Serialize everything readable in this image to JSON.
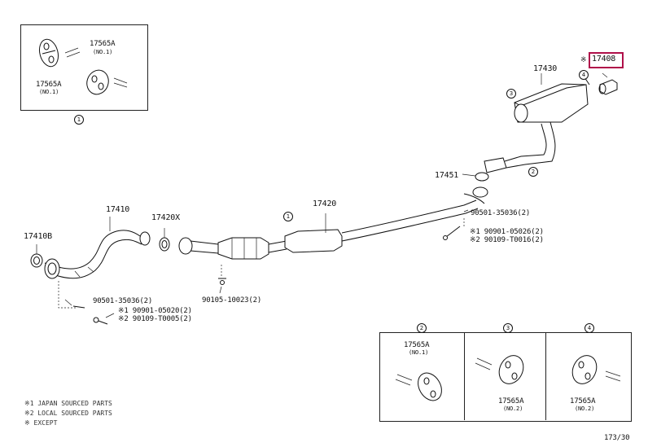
{
  "groups": {
    "g1": {
      "marker": "1"
    },
    "g2": {
      "marker": "2"
    },
    "g3": {
      "marker": "3"
    },
    "g4": {
      "marker": "4"
    }
  },
  "labels": {
    "p17565a_top": "17565A",
    "p17565a_top_sub": "(NO.1)",
    "p17565a_left": "17565A",
    "p17565a_left_sub": "(NO.1)",
    "p17430": "17430",
    "p17408_prefix": "※",
    "p17408": "17408",
    "p17451": "17451",
    "p17420": "17420",
    "p17410": "17410",
    "p17420x": "17420X",
    "p17410b": "17410B",
    "bolt_90501_a": "90501-35036(2)",
    "bolt_90901_a": "※1 90901-05026(2)",
    "bolt_90109_a": "※2 90109-T0016(2)",
    "bolt_90105": "90105-10023(2)",
    "bolt_90501_b": "90501-35036(2)",
    "bolt_90901_b": "※1 90901-05020(2)",
    "bolt_90109_b": "※2 90109-T0005(2)",
    "g2_part": "17565A",
    "g2_sub": "(NO.1)",
    "g3_part": "17565A",
    "g3_sub": "(NO.2)",
    "g4_part": "17565A",
    "g4_sub": "(NO.2)"
  },
  "legend": [
    "※1 JAPAN SOURCED PARTS",
    "※2 LOCAL SOURCED PARTS",
    "※ EXCEPT"
  ],
  "page_ref": "173/30"
}
